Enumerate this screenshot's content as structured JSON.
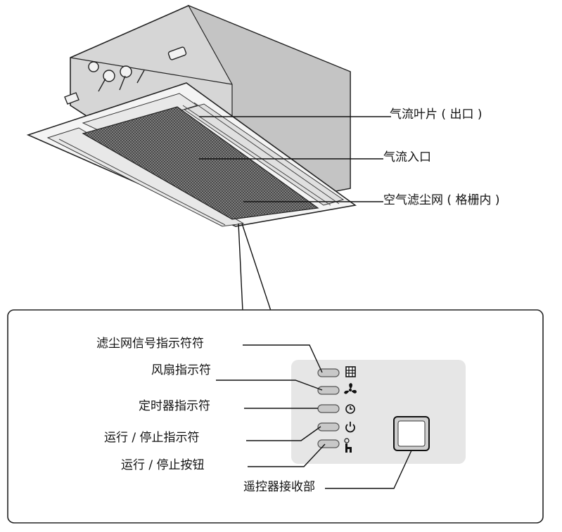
{
  "unit_callouts": {
    "airflow_louver": "气流叶片 ( 出口 )",
    "air_inlet": "气流入口",
    "air_filter": "空气滤尘网 ( 格栅内 )"
  },
  "panel_callouts": {
    "filter_indicator": "滤尘网信号指示符符",
    "fan_indicator": "风扇指示符",
    "timer_indicator": "定时器指示符",
    "run_stop_indicator": "运行 / 停止指示符",
    "run_stop_button": "运行 / 停止按钮",
    "remote_receiver": "遥控器接收部"
  },
  "panel_icons": [
    "filter-grid-icon",
    "fan-icon",
    "timer-clock-icon",
    "power-icon",
    "person-sensor-icon"
  ],
  "colors": {
    "ink": "#111111",
    "panel_bg": "#e6e6e6",
    "unit_body": "#d9d9d9"
  }
}
